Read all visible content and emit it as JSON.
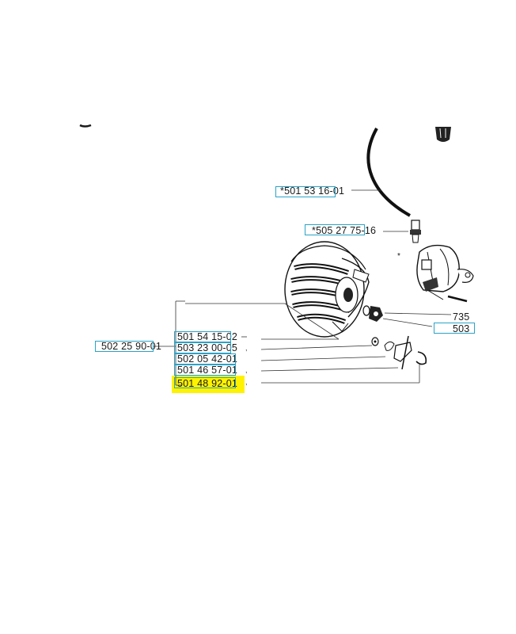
{
  "parts": {
    "p_501_53_16": "*501 53 16-01",
    "p_505_27_75": "*505 27 75-16",
    "p_735": "735",
    "p_503_cut": "503",
    "p_502_25_90": "502 25 90-01",
    "p_501_54_15": "501 54 15-02",
    "p_503_23_00": "503 23 00-05",
    "p_502_05_42": "502 05 42-01",
    "p_501_46_57": "501 46 57-01",
    "p_501_48_92": "501 48 92-01"
  },
  "colors": {
    "highlight": "#fff200",
    "box_outline": "#2aa3c8",
    "ink": "#1a1a1a"
  },
  "asterisk": "*"
}
